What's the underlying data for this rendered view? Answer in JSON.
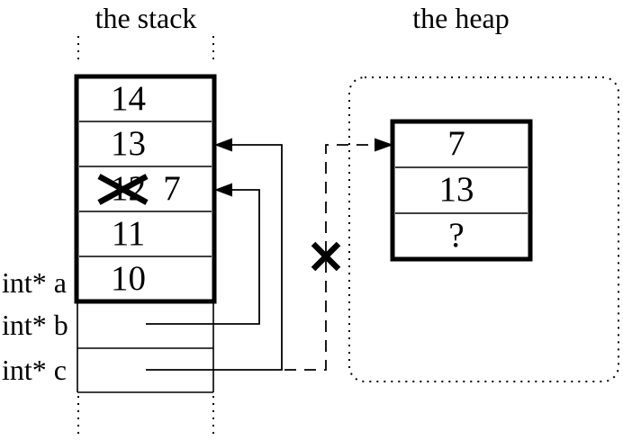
{
  "titles": {
    "stack": "the stack",
    "heap": "the heap"
  },
  "stack_box": {
    "rows": [
      {
        "value": "14"
      },
      {
        "value": "13"
      },
      {
        "value": "12",
        "crossed_out": true,
        "new_value": "7"
      },
      {
        "value": "11"
      },
      {
        "value": "10"
      }
    ]
  },
  "pointer_labels": [
    {
      "label": "int* a"
    },
    {
      "label": "int* b"
    },
    {
      "label": "int* c"
    }
  ],
  "heap_box": {
    "rows": [
      {
        "value": "7"
      },
      {
        "value": "13"
      },
      {
        "value": "?"
      }
    ]
  },
  "colors": {
    "ink": "#000000",
    "background": "#ffffff"
  }
}
